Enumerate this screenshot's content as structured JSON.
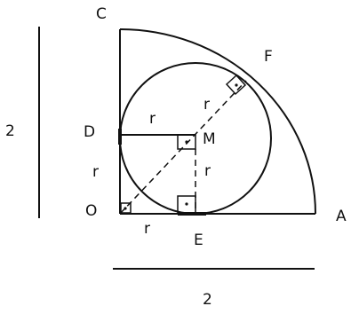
{
  "points": {
    "C": "C",
    "F": "F",
    "D": "D",
    "M": "M",
    "O": "O",
    "E": "E",
    "A": "A"
  },
  "radius_labels": {
    "dm": "r",
    "mf": "r",
    "od": "r",
    "me": "r",
    "oe": "r"
  },
  "dimensions": {
    "vertical": "2",
    "horizontal": "2"
  },
  "colors": {
    "stroke": "#111111",
    "background": "#ffffff"
  }
}
